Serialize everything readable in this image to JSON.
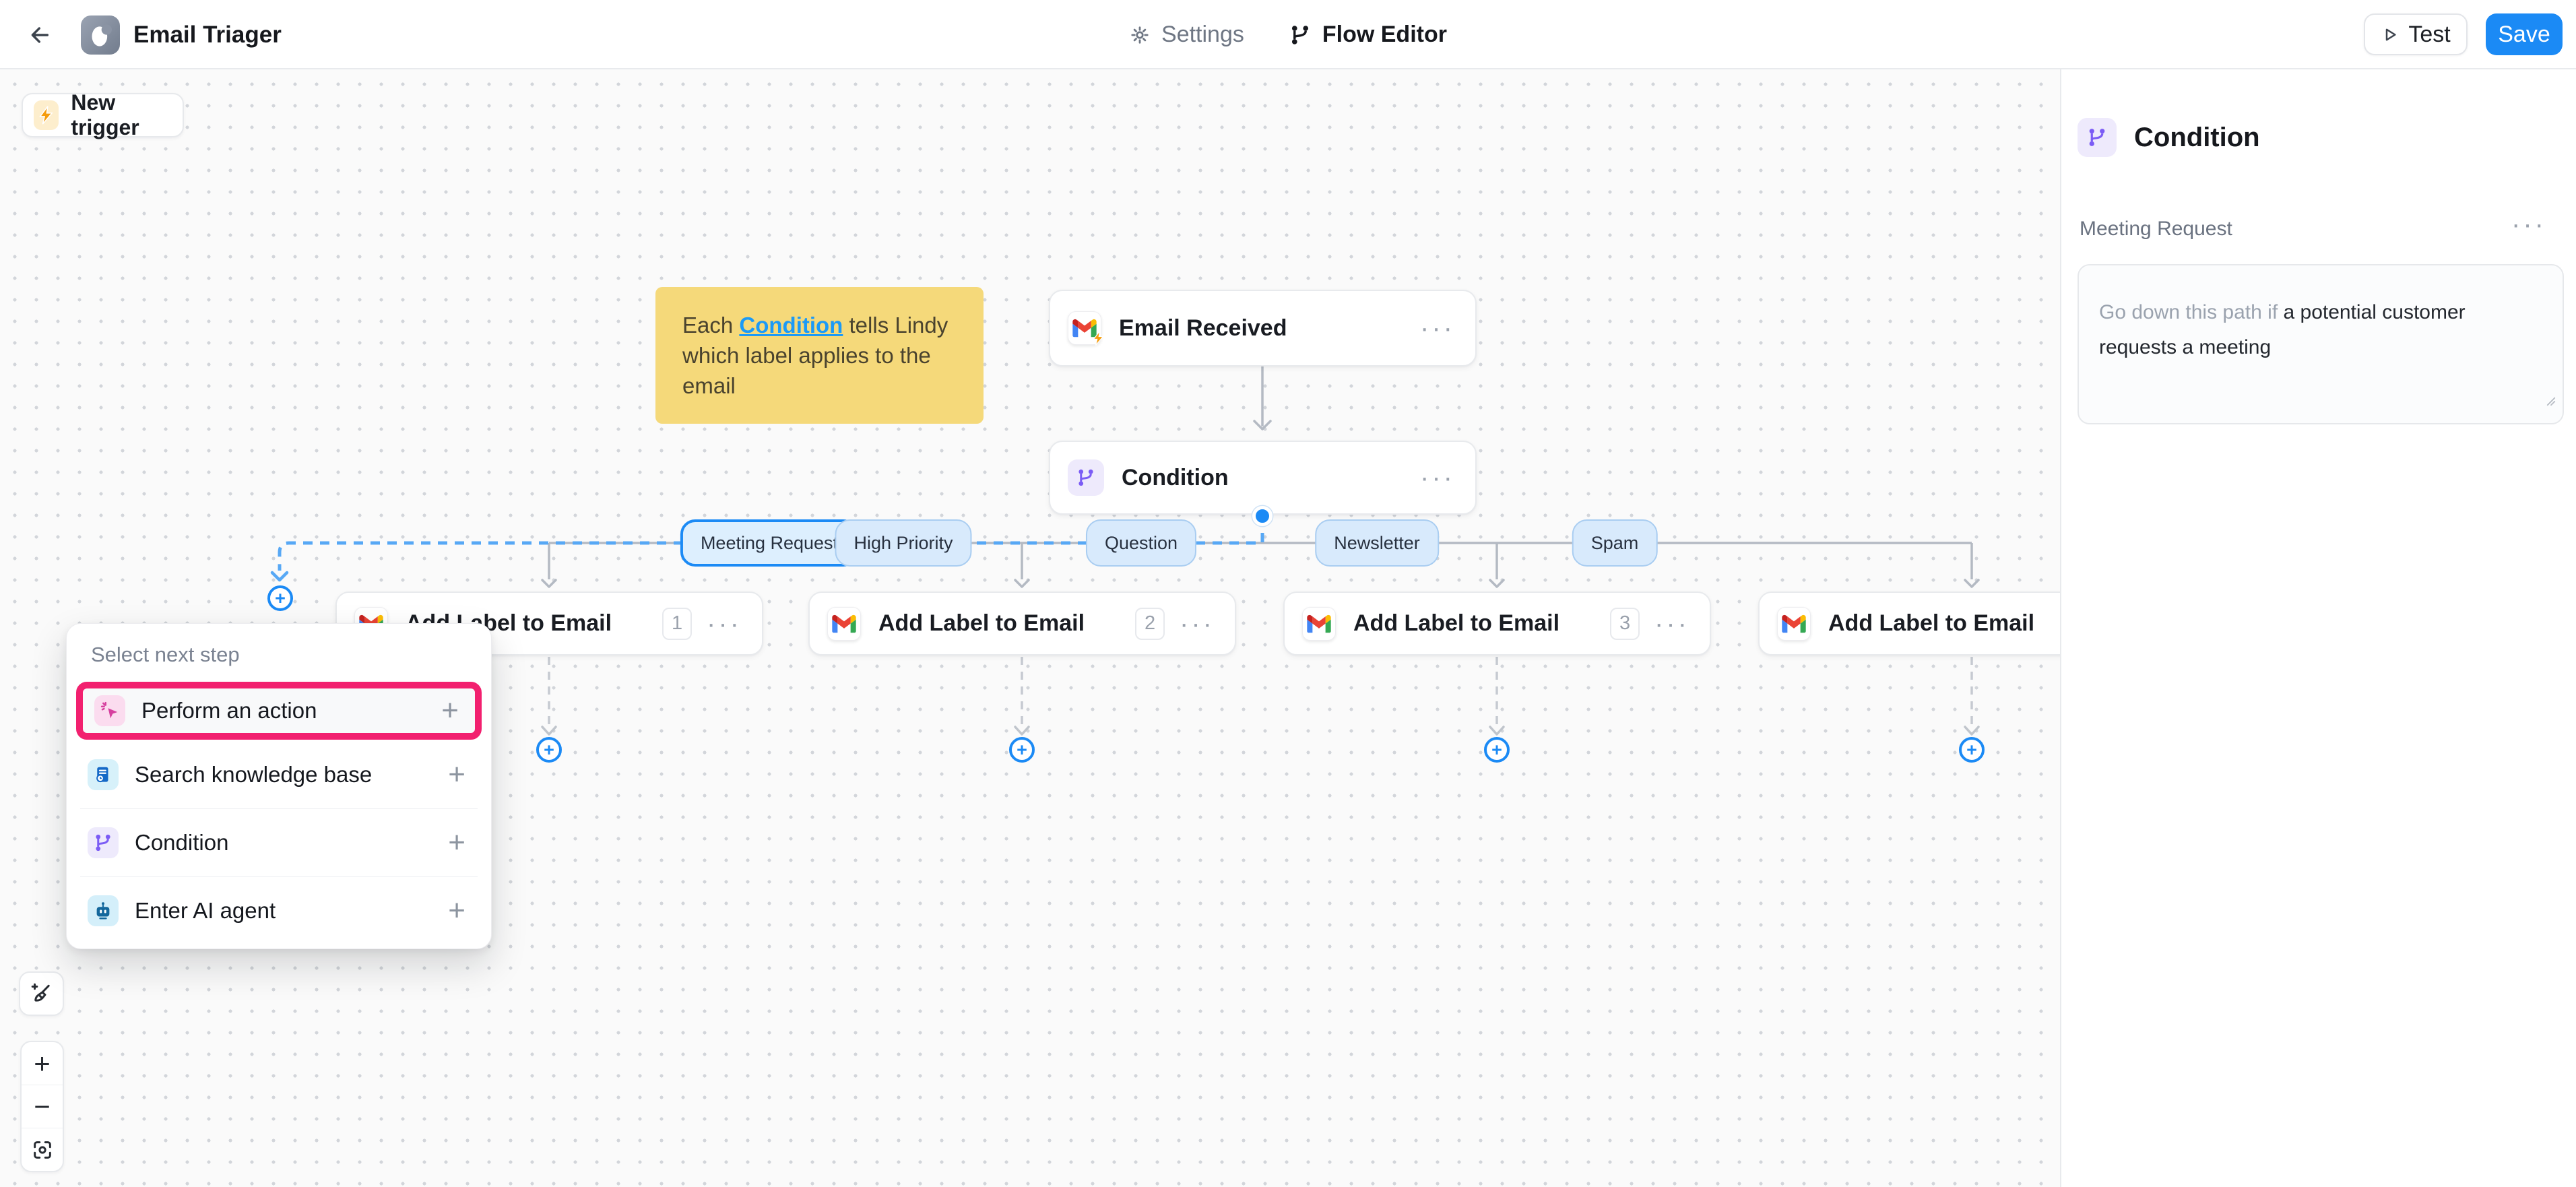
{
  "icons": {
    "more": "···",
    "plus": "+",
    "minus": "−"
  },
  "header": {
    "title": "Email Triager",
    "nav": [
      {
        "label": "Settings"
      },
      {
        "label": "Flow Editor"
      }
    ],
    "test_label": "Test",
    "save_label": "Save"
  },
  "canvas": {
    "new_trigger_label": "New trigger",
    "note": {
      "before": "Each ",
      "link": "Condition",
      "after": " tells Lindy which label applies to the email"
    },
    "trigger_node": {
      "title": "Email Received"
    },
    "condition_node": {
      "title": "Condition"
    },
    "branches": [
      "Meeting Request",
      "High Priority",
      "Question",
      "Newsletter",
      "Spam"
    ],
    "action_nodes": [
      {
        "title": "Add Label to Email",
        "badge": "1"
      },
      {
        "title": "Add Label to Email",
        "badge": "2"
      },
      {
        "title": "Add Label to Email",
        "badge": "3"
      },
      {
        "title": "Add Label to Email",
        "badge": ""
      }
    ],
    "menu": {
      "title": "Select next step",
      "items": [
        {
          "label": "Perform an action"
        },
        {
          "label": "Search knowledge base"
        },
        {
          "label": "Condition"
        },
        {
          "label": "Enter AI agent"
        }
      ]
    }
  },
  "inspector": {
    "title": "Condition",
    "field_label": "Meeting Request",
    "value_prefix": "Go down this path if ",
    "value_text": "a potential customer requests a meeting"
  },
  "colors": {
    "accent_blue": "#1b8af5",
    "annotation_pink": "#f2206f",
    "note_yellow": "#f5d97a",
    "link_blue": "#1b9af7",
    "connector_gray": "#b4bac3",
    "pill_blue_bg": "#d8eafc"
  }
}
